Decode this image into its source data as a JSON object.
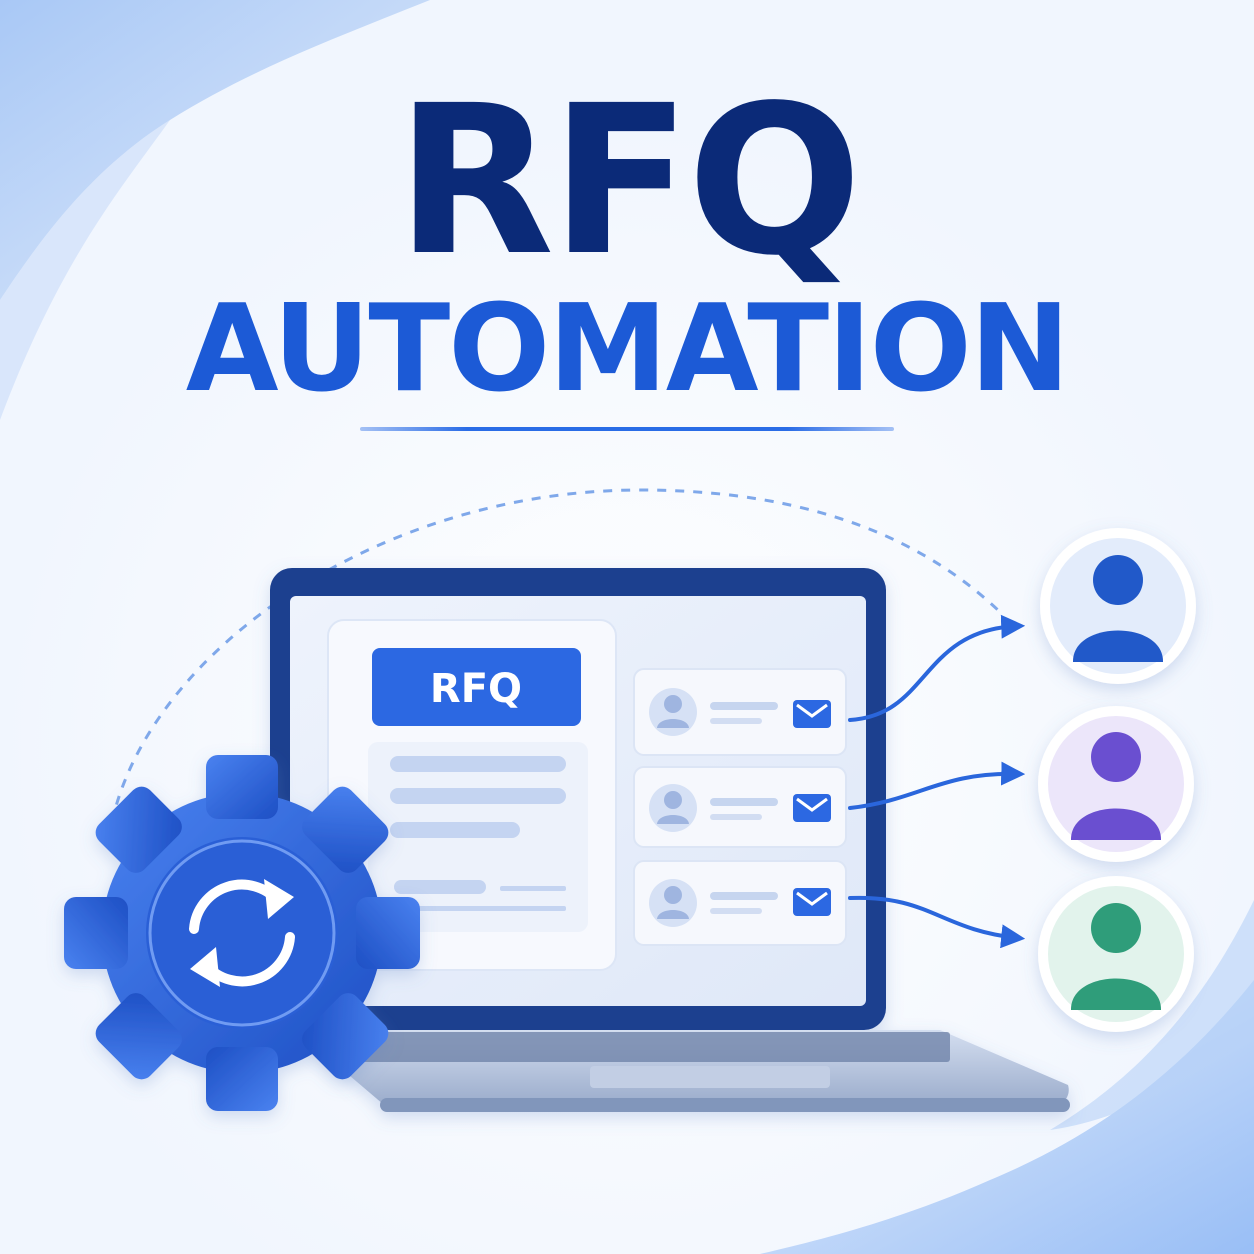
{
  "title": "RFQ",
  "subtitle": "AUTOMATION",
  "document": {
    "badge_label": "RFQ"
  },
  "vendor_rows": [
    {
      "avatar_icon": "user-avatar-icon",
      "mail_icon": "envelope-icon"
    },
    {
      "avatar_icon": "user-avatar-icon",
      "mail_icon": "envelope-icon"
    },
    {
      "avatar_icon": "user-avatar-icon",
      "mail_icon": "envelope-icon"
    }
  ],
  "recipients": [
    {
      "icon": "user-icon",
      "color": "#2159c9",
      "ring": "#e3ecfb"
    },
    {
      "icon": "user-icon",
      "color": "#6a4fd0",
      "ring": "#ece6fa"
    },
    {
      "icon": "user-icon",
      "color": "#2f9d7a",
      "ring": "#e2f3ec"
    }
  ],
  "gear": {
    "icon": "sync-icon",
    "color": "#2c66e3"
  },
  "colors": {
    "title": "#0b2a78",
    "accent": "#1c5ad6",
    "laptop_bezel": "#1e3f8f"
  }
}
